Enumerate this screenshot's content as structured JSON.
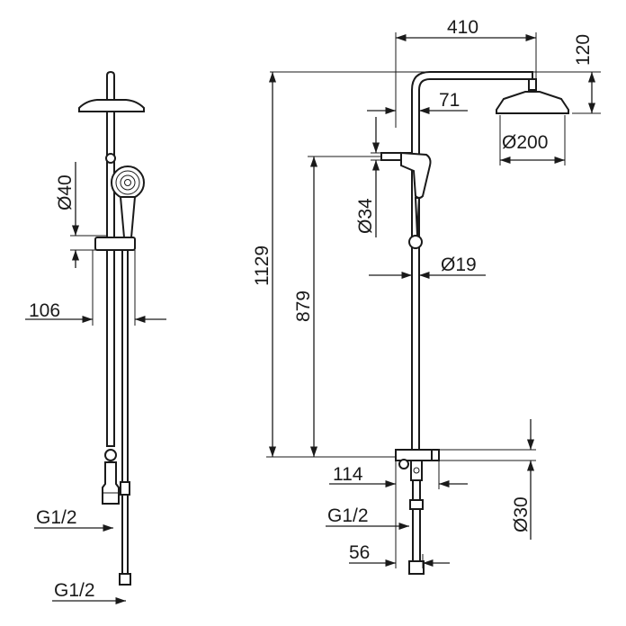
{
  "dimensions": {
    "width_410": "410",
    "height_120": "120",
    "offset_71": "71",
    "head_diameter": "Ø200",
    "mixer_diameter": "Ø34",
    "pipe_diameter": "Ø19",
    "total_height": "1129",
    "mixer_height": "879",
    "spacing_114": "114",
    "spacing_56": "56",
    "bar_diameter": "Ø30",
    "handshower_diameter": "Ø40",
    "wall_distance": "106",
    "thread_upper_left": "G1/2",
    "thread_lower_left": "G1/2",
    "thread_right": "G1/2"
  }
}
